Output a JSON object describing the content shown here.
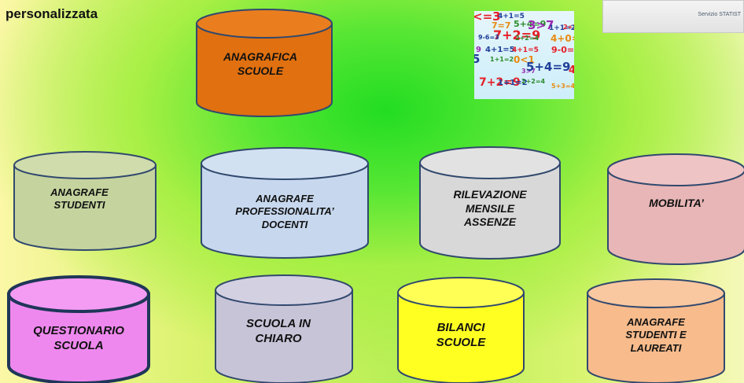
{
  "header": {
    "title": "personalizzata"
  },
  "thumbnail": {
    "text": "Servizio STATIST"
  },
  "databases": [
    {
      "id": "anagrafica-scuole",
      "label": "ANAGRAFICA\nSCUOLE",
      "fill": "#e07010",
      "stroke": "#31496e",
      "top_fill": "#ea7e1e"
    },
    {
      "id": "anagrafe-studenti",
      "label": "ANAGRAFE\nSTUDENTI",
      "fill": "#c5d39e",
      "stroke": "#31496e",
      "top_fill": "#d0dcac"
    },
    {
      "id": "anagrafe-professionalita-docenti",
      "label": "ANAGRAFE\nPROFESSIONALITA’\nDOCENTI",
      "fill": "#c7d8ee",
      "stroke": "#31496e",
      "top_fill": "#d2e1f2"
    },
    {
      "id": "rilevazione-mensile-assenze",
      "label": "RILEVAZIONE\nMENSILE\nASSENZE",
      "fill": "#d8d8d8",
      "stroke": "#31496e",
      "top_fill": "#e2e2e2"
    },
    {
      "id": "mobilita",
      "label": "MOBILITA’",
      "fill": "#e8b6b6",
      "stroke": "#31496e",
      "top_fill": "#efc4c4"
    },
    {
      "id": "questionario-scuola",
      "label": "QUESTIONARIO\nSCUOLA",
      "fill": "#ee88ee",
      "stroke": "#1f3658",
      "top_fill": "#f49bf4"
    },
    {
      "id": "scuola-in-chiaro",
      "label": "SCUOLA IN\nCHIARO",
      "fill": "#c8c4d8",
      "stroke": "#31496e",
      "top_fill": "#d3d0e2"
    },
    {
      "id": "bilanci-scuole",
      "label": "BILANCI\nSCUOLE",
      "fill": "#ffff22",
      "stroke": "#31496e",
      "top_fill": "#ffff55"
    },
    {
      "id": "anagrafe-studenti-laureati",
      "label": "ANAGRAFE\nSTUDENTI E\nLAUREATI",
      "fill": "#f7bb8c",
      "stroke": "#31496e",
      "top_fill": "#f9c8a0"
    }
  ],
  "math_image": {
    "tokens": [
      "<=3",
      "4+1=5",
      "5+4=9",
      "7=7",
      "3>7",
      "1+1=2",
      "2+1=8",
      "7+2=9",
      "9-6=3",
      "2+2=4",
      "4+0=4",
      "9",
      "4+1=5",
      "4+1=5",
      "9-0=",
      "5",
      "1+1=2",
      "0<1",
      "3>7",
      "5+4=9",
      "4",
      "7+2=9",
      "1+1=2",
      "2+2=4",
      "5+3=4"
    ]
  }
}
